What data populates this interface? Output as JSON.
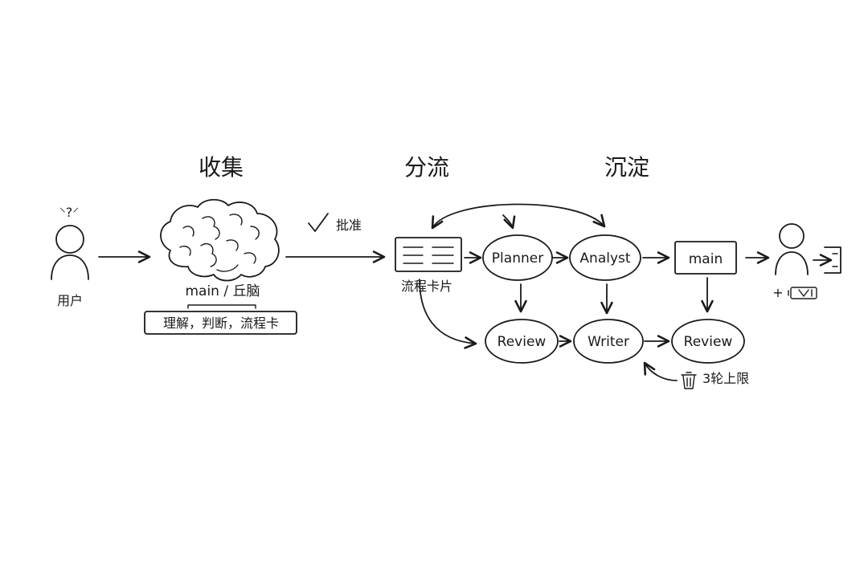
{
  "stages": {
    "collect": "收集",
    "route": "分流",
    "settle": "沉淀"
  },
  "user": {
    "label": "用户",
    "question_marks": "⸌?⸍"
  },
  "brain": {
    "label": "main / 丘脑",
    "tasks": "理解，判断，流程卡"
  },
  "approval": {
    "label": "批准"
  },
  "card": {
    "label": "流程卡片"
  },
  "nodes": {
    "planner": "Planner",
    "analyst": "Analyst",
    "main": "main",
    "review_left": "Review",
    "writer": "Writer",
    "review_right": "Review"
  },
  "retry": {
    "label": "3轮上限"
  },
  "output": {
    "plus": "+"
  },
  "icons": {
    "user": "person-icon",
    "brain": "brain-icon",
    "check": "checkmark-icon",
    "card": "card-icon",
    "trash": "trash-icon",
    "export": "export-icon",
    "battery": "battery-icon"
  }
}
